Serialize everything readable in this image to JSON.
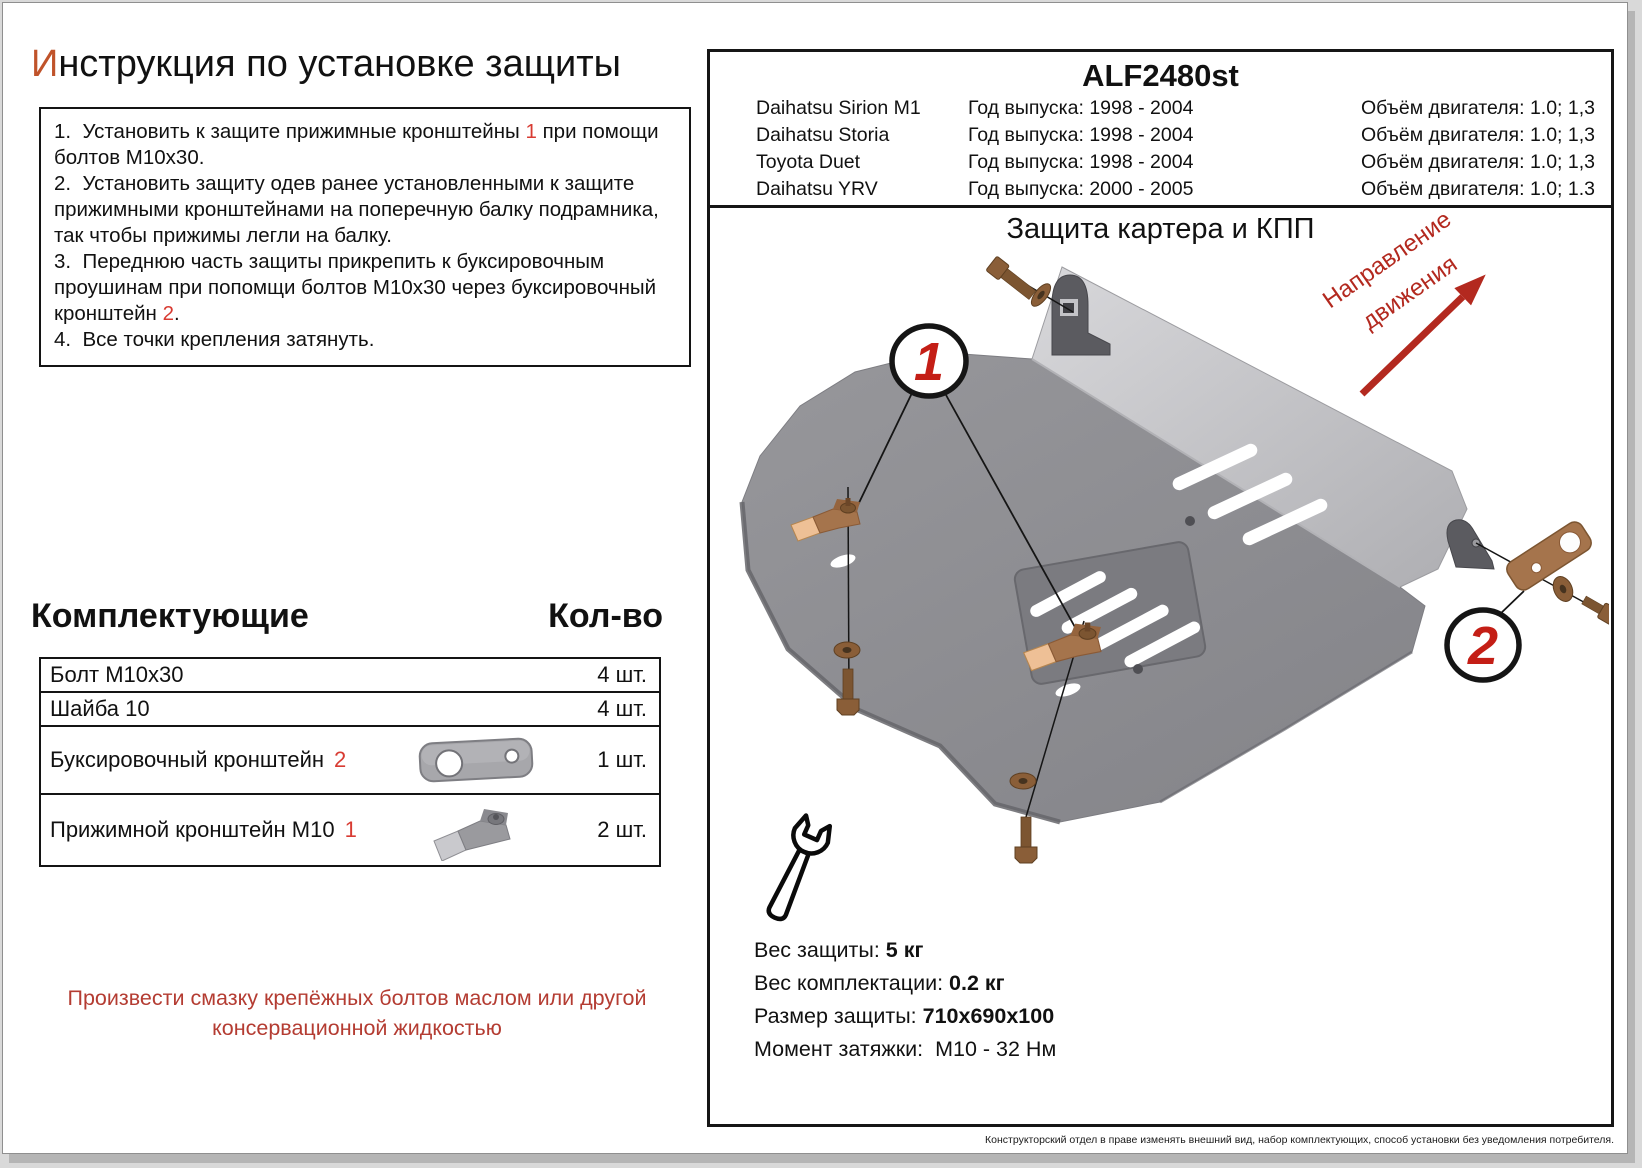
{
  "page": {
    "title_first": "И",
    "title_rest": "нструкция по установке защиты"
  },
  "instructions": {
    "items": [
      {
        "pre": "1.  Установить к защите прижимные кронштейны ",
        "num": "1",
        "post": " при помощи болтов М10х30."
      },
      {
        "pre": "2.  Установить защиту одев ранее установленными к защите прижимными кронштейнами на поперечную балку подрамника, так чтобы прижимы легли на балку.",
        "num": "",
        "post": ""
      },
      {
        "pre": "3.  Переднюю часть защиты прикрепить к буксировочным проушинам при попомщи болтов М10х30 через буксировочный кронштейн ",
        "num": "2",
        "post": "."
      },
      {
        "pre": "4.  Все точки крепления затянуть.",
        "num": "",
        "post": ""
      }
    ]
  },
  "parts": {
    "title": "Комплектующие",
    "qty_title": "Кол-во",
    "rows": [
      {
        "name": "Болт М10х30",
        "num": "",
        "qty": "4 шт.",
        "icon": ""
      },
      {
        "name": "Шайба 10",
        "num": "",
        "qty": "4 шт.",
        "icon": ""
      },
      {
        "name": "Буксировочный кронштейн",
        "num": "2",
        "qty": "1 шт.",
        "icon": "tow-bracket"
      },
      {
        "name": "Прижимной кронштейн М10",
        "num": "1",
        "qty": "2 шт.",
        "icon": "clamp-bracket"
      }
    ]
  },
  "note": {
    "line1": "Произвести смазку крепёжных болтов маслом или другой",
    "line2": "консервационной жидкостью"
  },
  "vehicle_table": {
    "code": "ALF2480st",
    "rows": [
      {
        "model": "Daihatsu Sirion M1",
        "years": "Год выпуска: 1998 - 2004",
        "engine": "Объём двигателя: 1.0; 1,3"
      },
      {
        "model": "Daihatsu Storia",
        "years": "Год выпуска: 1998 - 2004",
        "engine": "Объём двигателя: 1.0; 1,3"
      },
      {
        "model": "Toyota Duet",
        "years": "Год выпуска: 1998 - 2004",
        "engine": "Объём двигателя: 1.0; 1,3"
      },
      {
        "model": "Daihatsu YRV",
        "years": "Год выпуска: 2000 - 2005",
        "engine": "Объём двигателя: 1.0; 1.3"
      }
    ]
  },
  "diagram": {
    "title": "Защита картера и КПП",
    "direction_line1": "Направление",
    "direction_line2": "движения",
    "callout_1": "1",
    "callout_2": "2"
  },
  "specs": {
    "weight_label": "Вес защиты: ",
    "weight_value": "5 кг",
    "kit_weight_label": "Вес комплектации: ",
    "kit_weight_value": "0.2 кг",
    "size_label": "Размер защиты: ",
    "size_value": "710х690х100",
    "torque_label": "Момент затяжки:  ",
    "torque_value": "М10 - 32 Нм"
  },
  "footer": {
    "text": "Конструкторский отдел в праве изменять внешний вид, набор комплектующих, способ установки без уведомления потребителя."
  },
  "colors": {
    "inline_red": "#d83b32",
    "callout_red": "#c41e16",
    "direction_red": "#b3291f",
    "note_red": "#b43c32",
    "title_accent": "#c0532a",
    "plate_gray": "#8e8e92",
    "bracket_brown": "#a5744c"
  }
}
